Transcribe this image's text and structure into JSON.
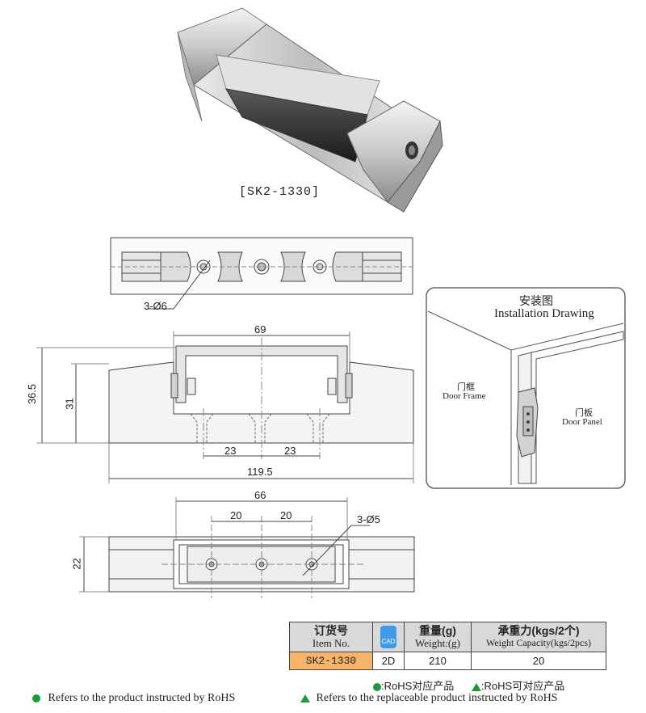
{
  "model_caption": "[SK2-1330]",
  "top_view": {
    "hole_label": "3-Ø6"
  },
  "front_view": {
    "width_top": "69",
    "width_total": "119.5",
    "height_total": "36.5",
    "height_inner": "31",
    "spacing_left": "23",
    "spacing_right": "23"
  },
  "bottom_view": {
    "width_top": "66",
    "spacing_left": "20",
    "spacing_right": "20",
    "hole_label": "3-Ø5",
    "height": "22"
  },
  "installation": {
    "title_cn": "安装图",
    "title_en": "Installation Drawing",
    "frame_cn": "门框",
    "frame_en": "Door Frame",
    "panel_cn": "门板",
    "panel_en": "Door Panel"
  },
  "table": {
    "item_cn": "订货号",
    "item_en": "Item No.",
    "cad_label": "CAD",
    "weight_cn": "重量(g)",
    "weight_en": "Weight:(g)",
    "capacity_cn": "承重力(kgs/2个)",
    "capacity_en": "Weight Capacity(kgs/2pcs)",
    "row": {
      "item": "SK2-1330",
      "cad": "2D",
      "weight": "210",
      "capacity": "20"
    }
  },
  "rohs": {
    "cn_green": ":RoHS对应产品",
    "cn_tri": ":RoHS可对应产品",
    "en_green": "Refers to the product instructed by RoHS",
    "en_tri": "Refers to the replaceable product instructed by RoHS"
  },
  "colors": {
    "rohs_green": "#1a9c3a",
    "item_highlight": "#f6b46b",
    "header_gray": "#d9d9d9"
  }
}
